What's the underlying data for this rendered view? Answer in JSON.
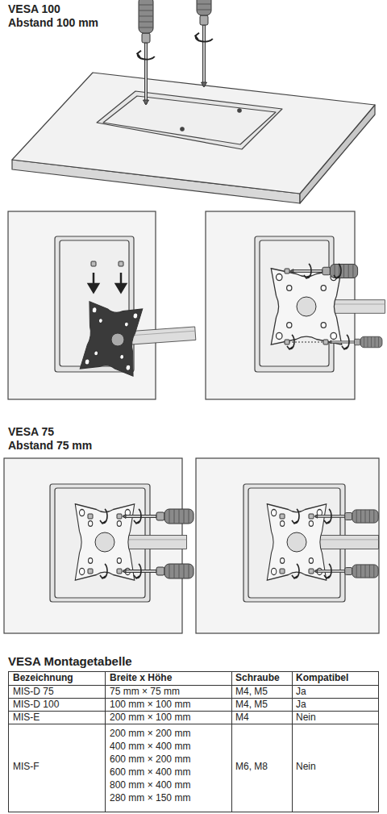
{
  "diagram": {
    "labels": [
      "VESA 100",
      "Abstand 100 mm",
      "VESA 75",
      "Abstand 75 mm",
      "VESA Montagetabelle",
      "Bezeichnung",
      "Breite x Höhe",
      "Schraube",
      "Kompatibel",
      "MIS-D 75",
      "75 mm × 75 mm",
      "M4, M5",
      "Ja",
      "MIS-D 100",
      "100 mm × 100 mm",
      "M4, M5",
      "Ja",
      "MIS-E",
      "200 mm × 100 mm",
      "M4",
      "Nein",
      "MIS-F",
      "200 mm × 200 mm",
      "400 mm × 400 mm",
      "600 mm × 200 mm",
      "600 mm × 400 mm",
      "800 mm × 400 mm",
      "280 mm × 150 mm",
      "M6, M8",
      "Nein"
    ]
  }
}
